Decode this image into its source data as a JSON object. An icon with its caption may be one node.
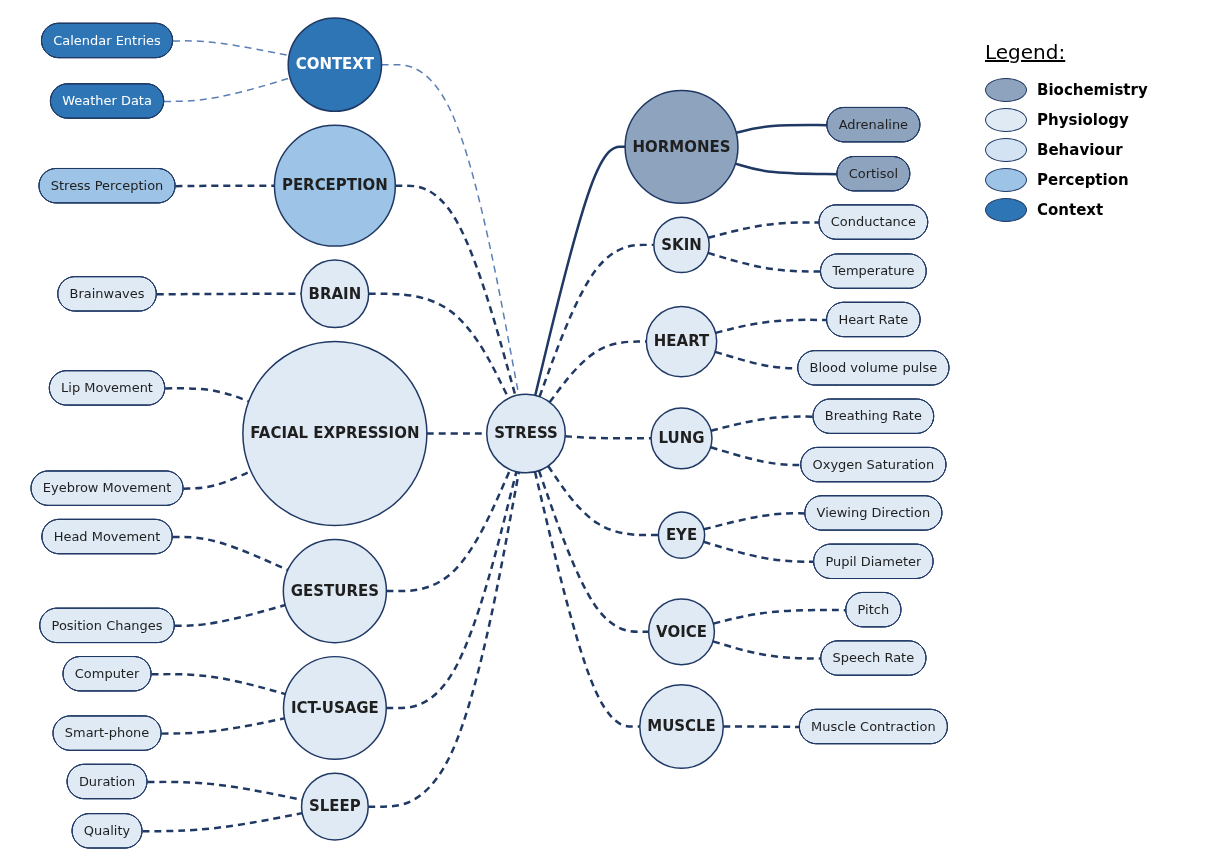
{
  "diagram": {
    "nodes": [
      {
        "text": [
          "STRESS"
        ]
      },
      {
        "text": [
          "HORMONES"
        ]
      },
      {
        "text": [
          "Adrenaline"
        ]
      },
      {
        "text": [
          "Cortisol"
        ]
      },
      {
        "text": [
          "CONTEXT"
        ]
      },
      {
        "text": [
          "Calendar Entries"
        ]
      },
      {
        "text": [
          "Weather Data"
        ]
      },
      {
        "text": [
          "PERCEPTION"
        ]
      },
      {
        "text": [
          "Stress Perception"
        ]
      },
      {
        "text": [
          "SKIN"
        ]
      },
      {
        "text": [
          "Conductance"
        ]
      },
      {
        "text": [
          "Temperature"
        ]
      },
      {
        "text": [
          "HEART"
        ]
      },
      {
        "text": [
          "Heart Rate"
        ]
      },
      {
        "text": [
          "Blood volume pulse"
        ]
      },
      {
        "text": [
          "LUNG"
        ]
      },
      {
        "text": [
          "Breathing Rate"
        ]
      },
      {
        "text": [
          "Oxygen Saturation"
        ]
      },
      {
        "text": [
          "EYE"
        ]
      },
      {
        "text": [
          "Viewing Direction"
        ]
      },
      {
        "text": [
          "Pupil Diameter"
        ]
      },
      {
        "text": [
          "VOICE"
        ]
      },
      {
        "text": [
          "Pitch"
        ]
      },
      {
        "text": [
          "Speech Rate"
        ]
      },
      {
        "text": [
          "MUSCLE"
        ]
      },
      {
        "text": [
          "Muscle Contraction"
        ]
      },
      {
        "text": [
          "BRAIN"
        ]
      },
      {
        "text": [
          "Brainwaves"
        ]
      },
      {
        "text": [
          "FACIAL EXPRESSION"
        ]
      },
      {
        "text": [
          "Lip Movement"
        ]
      },
      {
        "text": [
          "Eyebrow Movement"
        ]
      },
      {
        "text": [
          "GESTURES"
        ]
      },
      {
        "text": [
          "Head Movement"
        ]
      },
      {
        "text": [
          "Position Changes"
        ]
      },
      {
        "text": [
          "ICT-USAGE"
        ]
      },
      {
        "text": [
          "Computer"
        ]
      },
      {
        "text": [
          "Smart-phone"
        ]
      },
      {
        "text": [
          "SLEEP"
        ]
      },
      {
        "text": [
          "Duration"
        ]
      },
      {
        "text": [
          "Quality"
        ]
      }
    ],
    "edges": [
      {
        "from": 0,
        "to": 1,
        "arrow": "none"
      },
      {
        "from": 1,
        "to": 2,
        "arrow": "none"
      },
      {
        "from": 1,
        "to": 3,
        "arrow": "none"
      },
      {
        "from": 5,
        "to": 4,
        "arrow": "none",
        "style": "dashed",
        "color": "#5b7fb5"
      },
      {
        "from": 6,
        "to": 4,
        "arrow": "none",
        "style": "dashed",
        "color": "#5b7fb5"
      },
      {
        "from": 4,
        "to": 0,
        "arrow": "none",
        "style": "dashed",
        "color": "#5b7fb5"
      },
      {
        "from": 8,
        "to": 7,
        "arrow": "none",
        "style": "dashed"
      },
      {
        "from": 7,
        "to": 0,
        "arrow": "none",
        "style": "dashed"
      },
      {
        "from": 0,
        "to": 9,
        "arrow": "none",
        "style": "dashed"
      },
      {
        "from": 9,
        "to": 10,
        "arrow": "none",
        "style": "dashed"
      },
      {
        "from": 9,
        "to": 11,
        "arrow": "none",
        "style": "dashed"
      },
      {
        "from": 0,
        "to": 12,
        "arrow": "none",
        "style": "dashed"
      },
      {
        "from": 12,
        "to": 13,
        "arrow": "none",
        "style": "dashed"
      },
      {
        "from": 12,
        "to": 14,
        "arrow": "none",
        "style": "dashed"
      },
      {
        "from": 0,
        "to": 15,
        "arrow": "none",
        "style": "dashed"
      },
      {
        "from": 15,
        "to": 16,
        "arrow": "none",
        "style": "dashed"
      },
      {
        "from": 15,
        "to": 17,
        "arrow": "none",
        "style": "dashed"
      },
      {
        "from": 0,
        "to": 18,
        "arrow": "none",
        "style": "dashed"
      },
      {
        "from": 18,
        "to": 19,
        "arrow": "none",
        "style": "dashed"
      },
      {
        "from": 18,
        "to": 20,
        "arrow": "none",
        "style": "dashed"
      },
      {
        "from": 0,
        "to": 21,
        "arrow": "none",
        "style": "dashed"
      },
      {
        "from": 21,
        "to": 22,
        "arrow": "none",
        "style": "dashed"
      },
      {
        "from": 21,
        "to": 23,
        "arrow": "none",
        "style": "dashed"
      },
      {
        "from": 0,
        "to": 24,
        "arrow": "none",
        "style": "dashed"
      },
      {
        "from": 24,
        "to": 25,
        "arrow": "none",
        "style": "dashed"
      },
      {
        "from": 27,
        "to": 26,
        "arrow": "none",
        "style": "dashed"
      },
      {
        "from": 26,
        "to": 0,
        "arrow": "none",
        "style": "dashed"
      },
      {
        "from": 29,
        "to": 28,
        "arrow": "none",
        "style": "dashed"
      },
      {
        "from": 30,
        "to": 28,
        "arrow": "none",
        "style": "dashed"
      },
      {
        "from": 28,
        "to": 0,
        "arrow": "none",
        "style": "dashed"
      },
      {
        "from": 32,
        "to": 31,
        "arrow": "none",
        "style": "dashed"
      },
      {
        "from": 33,
        "to": 31,
        "arrow": "none",
        "style": "dashed"
      },
      {
        "from": 31,
        "to": 0,
        "arrow": "none",
        "style": "dashed"
      },
      {
        "from": 35,
        "to": 34,
        "arrow": "none",
        "style": "dashed"
      },
      {
        "from": 36,
        "to": 34,
        "arrow": "none",
        "style": "dashed"
      },
      {
        "from": 34,
        "to": 0,
        "arrow": "none",
        "style": "dashed"
      },
      {
        "from": 38,
        "to": 37,
        "arrow": "none",
        "style": "dashed"
      },
      {
        "from": 39,
        "to": 37,
        "arrow": "none",
        "style": "dashed"
      },
      {
        "from": 37,
        "to": 0,
        "arrow": "none",
        "style": "dashed"
      }
    ],
    "labels": [
      "Legend:"
    ],
    "legend": [
      {
        "text": "Biochemistry",
        "color": "#8ea3bd"
      },
      {
        "text": "Physiology",
        "color": "#dfeaf5"
      },
      {
        "text": "Behaviour",
        "color": "#d3e3f3"
      },
      {
        "text": "Perception",
        "color": "#9dc3e6"
      },
      {
        "text": "Context",
        "color": "#2e75b6"
      }
    ]
  }
}
